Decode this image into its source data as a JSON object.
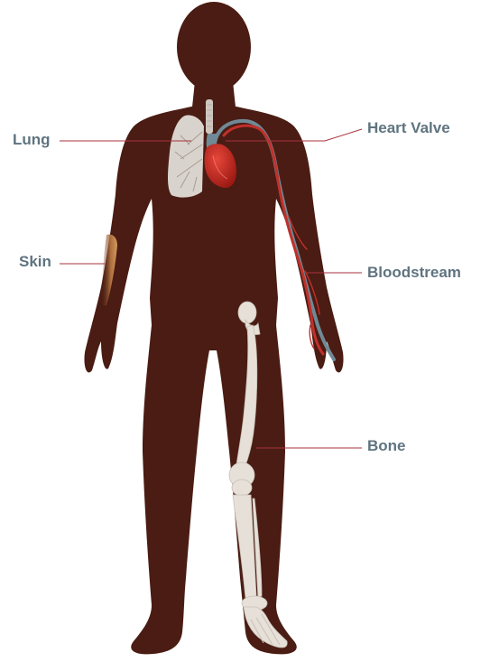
{
  "colors": {
    "body": "#4a1c13",
    "label_text": "#5f7480",
    "leader_line": "#a8323c",
    "artery": "#c0302b",
    "vein": "#6f8a96",
    "heart": "#c3261c",
    "lung": "#d9d3cd",
    "bone": "#e6e0d8",
    "skin_glow": "#c8894a"
  },
  "icons": [
    "human-body-silhouette",
    "lung-icon",
    "heart-icon",
    "blood-vessel-icon",
    "bone-icon",
    "skin-patch-icon"
  ],
  "callouts": [
    {
      "key": "lung",
      "label": "Lung"
    },
    {
      "key": "heart_valve",
      "label": "Heart Valve"
    },
    {
      "key": "skin",
      "label": "Skin"
    },
    {
      "key": "bloodstream",
      "label": "Bloodstream"
    },
    {
      "key": "bone",
      "label": "Bone"
    }
  ]
}
